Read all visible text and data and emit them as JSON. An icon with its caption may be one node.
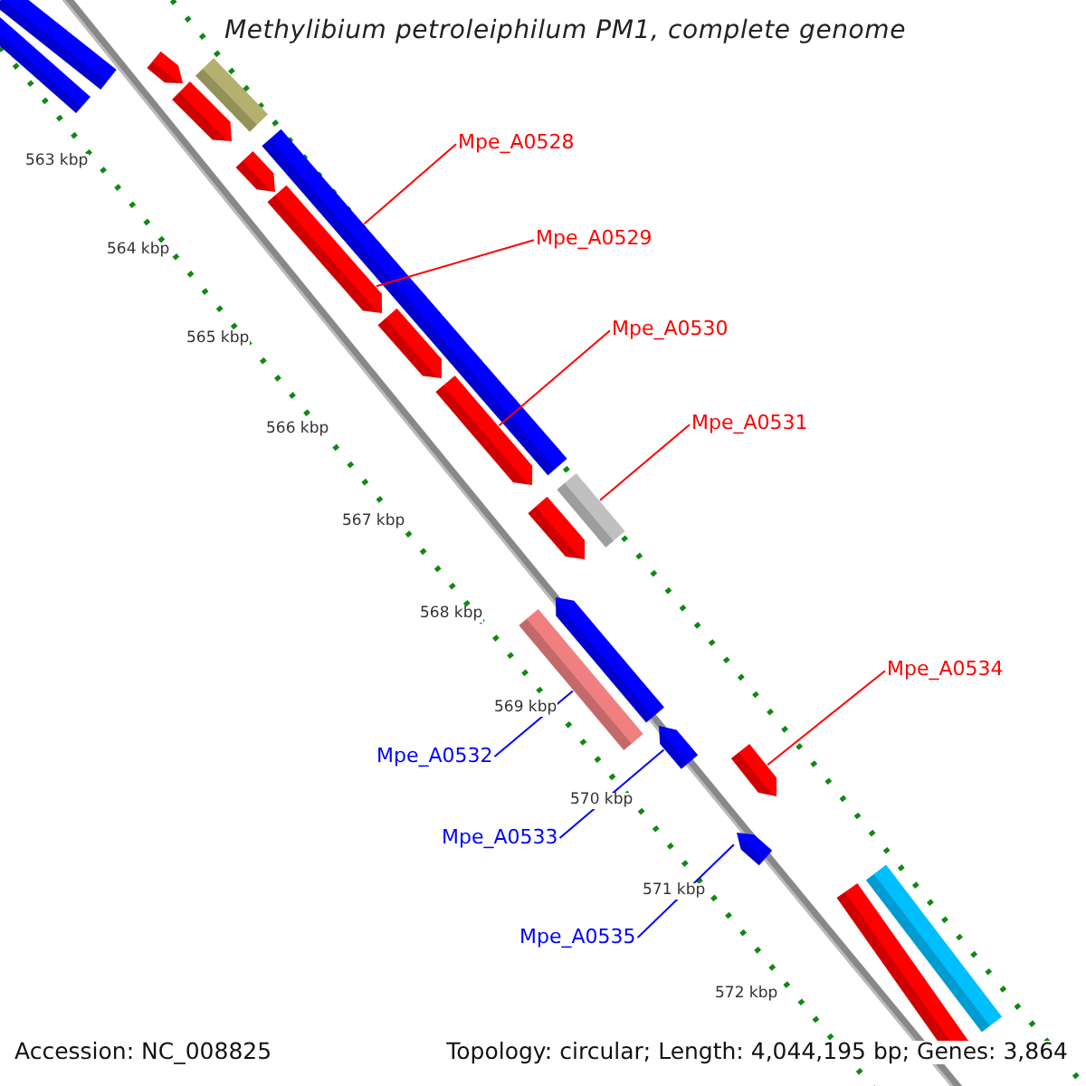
{
  "diagram": {
    "title": "Methylibium petroleiphilum PM1, complete genome",
    "nodes": [
      {
        "text": [
          "Mpe_A0528"
        ]
      },
      {
        "text": [
          "Mpe_A0529"
        ]
      },
      {
        "text": [
          "Mpe_A0530"
        ]
      },
      {
        "text": [
          "Mpe_A0531"
        ]
      },
      {
        "text": [
          "Mpe_A0534"
        ]
      },
      {
        "text": [
          "Mpe_A0532"
        ]
      },
      {
        "text": [
          "Mpe_A0533"
        ]
      },
      {
        "text": [
          "Mpe_A0535"
        ]
      },
      {
        "text": [],
        "shape": "bar"
      },
      {
        "text": [],
        "shape": "arrow"
      },
      {
        "text": [],
        "shape": "arrow"
      },
      {
        "text": [],
        "shape": "bar"
      },
      {
        "text": [],
        "shape": "arrow"
      },
      {
        "text": [],
        "shape": "bar"
      },
      {
        "text": [],
        "shape": "arrow"
      },
      {
        "text": [],
        "shape": "arrow"
      }
    ],
    "edges": [
      {
        "from": 0,
        "to": 8,
        "arrow": "none"
      },
      {
        "from": 1,
        "to": 9,
        "arrow": "none"
      },
      {
        "from": 2,
        "to": 10,
        "arrow": "none"
      },
      {
        "from": 3,
        "to": 11,
        "arrow": "none"
      },
      {
        "from": 4,
        "to": 12,
        "arrow": "none"
      },
      {
        "from": 5,
        "to": 13,
        "arrow": "none",
        "color": "#0000ff"
      },
      {
        "from": 6,
        "to": 14,
        "arrow": "none",
        "color": "#0000ff"
      },
      {
        "from": 7,
        "to": 15,
        "arrow": "none",
        "color": "#0000ff"
      }
    ],
    "labels": [
      "563 kbp",
      "564 kbp",
      "565 kbp",
      "566 kbp",
      "567 kbp",
      "568 kbp",
      "569 kbp",
      "570 kbp",
      "571 kbp",
      "572 kbp",
      "Accession: NC_008825",
      "Topology: circular; Length: 4,044,195 bp; Genes: 3,864"
    ]
  }
}
